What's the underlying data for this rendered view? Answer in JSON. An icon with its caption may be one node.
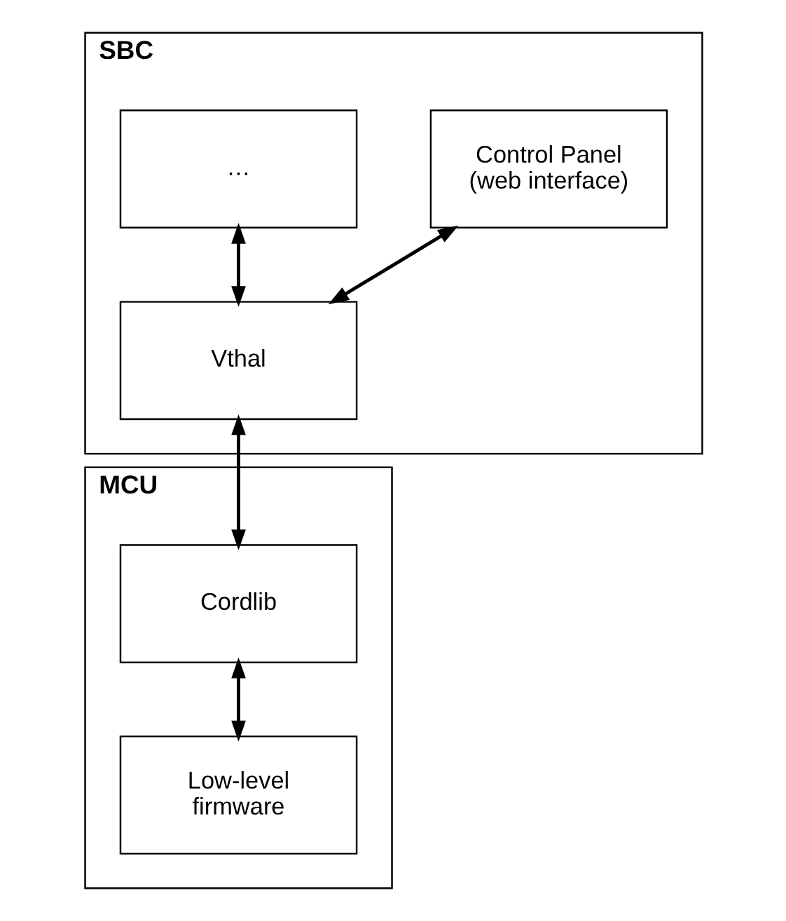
{
  "diagram": {
    "nodes": [
      {
        "text": [
          "SBC"
        ]
      },
      {
        "text": [
          "Control Panel (web interface)"
        ],
        "in": 0
      },
      {
        "text": [
          "…"
        ],
        "in": 0
      },
      {
        "text": [
          "Vthal"
        ],
        "in": 0
      },
      {
        "text": [
          "MCU"
        ]
      },
      {
        "text": [
          "Cordlib"
        ],
        "in": 4
      },
      {
        "text": [
          "Low-level firmware"
        ],
        "in": 4
      }
    ],
    "edges": [
      {
        "from": 1,
        "to": 3,
        "arrow": "both"
      },
      {
        "from": 2,
        "to": 3,
        "arrow": "both"
      },
      {
        "from": 3,
        "to": 5,
        "arrow": "both"
      },
      {
        "from": 5,
        "to": 6,
        "arrow": "both"
      }
    ]
  }
}
